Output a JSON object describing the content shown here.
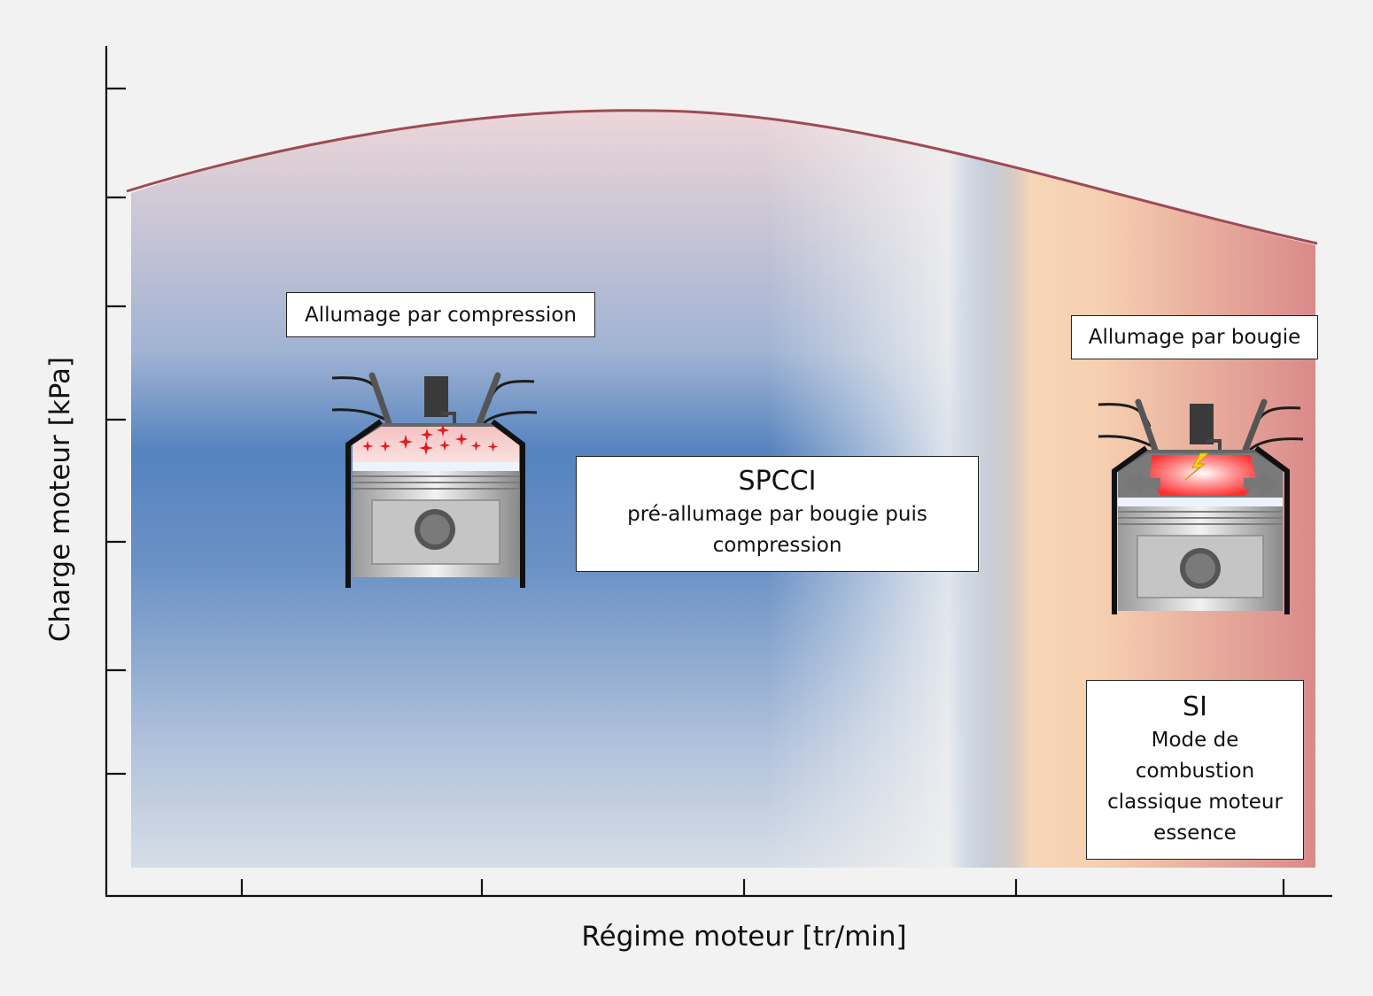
{
  "diagram": {
    "x_axis_label": "Régime moteur [tr/min]",
    "y_axis_label": "Charge moteur [kPa]",
    "regions": [
      {
        "name": "SPCCI",
        "description": "pré-allumage par bougie puis compression",
        "color": "#4a7ab8"
      },
      {
        "name": "SI",
        "description": "Mode de combustion classique moteur essence",
        "color": "#d98a8a"
      }
    ],
    "labels": {
      "compression_ignition": "Allumage par compression",
      "spark_ignition": "Allumage par bougie"
    },
    "icons": [
      "piston-compression-icon",
      "piston-spark-icon"
    ],
    "colors": {
      "boundary_curve": "#9e4a55",
      "spcci_zone": "#4a7ab8",
      "si_zone": "#d98a8a",
      "transition": "#f6d4b4",
      "background": "#f2f2f2"
    }
  }
}
